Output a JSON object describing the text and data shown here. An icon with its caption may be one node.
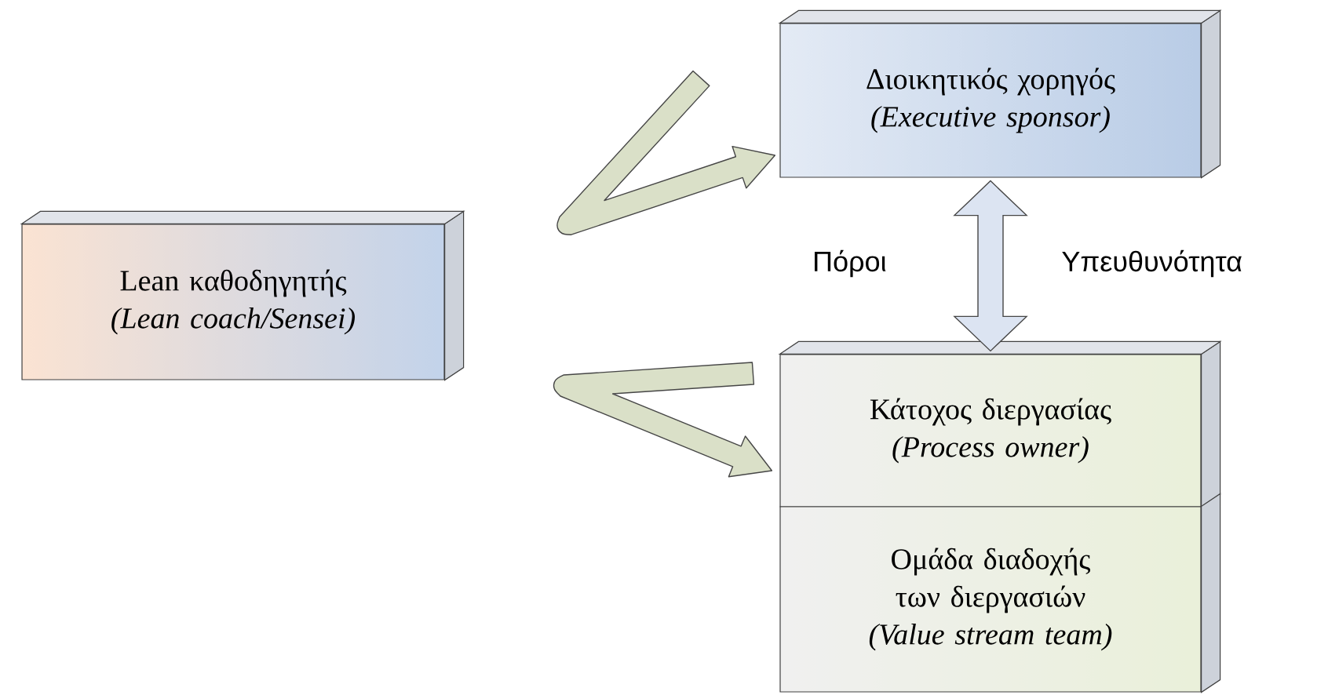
{
  "diagram": {
    "nodes": [
      {
        "text": [
          "Lean καθοδηγητής",
          "(Lean coach/Sensei)"
        ]
      },
      {
        "text": [
          "Διοικητικός χορηγός",
          "(Executive sponsor)"
        ]
      },
      {
        "text": [
          "Κάτοχος διεργασίας",
          "(Process owner)"
        ]
      },
      {
        "text": [
          "Ομάδα διαδοχής των διεργασιών",
          "(Value stream team)"
        ]
      }
    ],
    "edges": [
      {
        "from": null,
        "to": 1,
        "arrow": "to"
      },
      {
        "from": null,
        "to": 2,
        "arrow": "to"
      },
      {
        "from": 1,
        "to": 2,
        "arrow": "both"
      }
    ],
    "labels": [
      "Πόροι",
      "Υπευθυνότητα"
    ]
  }
}
